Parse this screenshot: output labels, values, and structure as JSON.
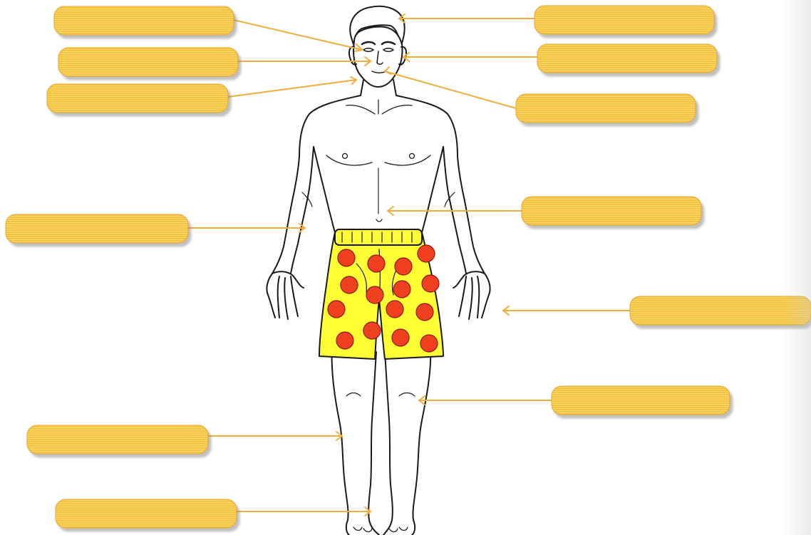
{
  "theme": {
    "label_fill": "#f5c242",
    "label_stroke": "#e5a52a",
    "pointer_line": "#eeae3e",
    "shorts_fill": "#ffff33",
    "dot_fill": "#f0401f",
    "outline": "#1a1a1a"
  },
  "labels": [
    {
      "id": "label-1",
      "text": ""
    },
    {
      "id": "label-2",
      "text": ""
    },
    {
      "id": "label-3",
      "text": ""
    },
    {
      "id": "label-4",
      "text": ""
    },
    {
      "id": "label-5",
      "text": ""
    },
    {
      "id": "label-6",
      "text": ""
    },
    {
      "id": "label-7",
      "text": ""
    },
    {
      "id": "label-8",
      "text": ""
    },
    {
      "id": "label-9",
      "text": ""
    },
    {
      "id": "label-10",
      "text": ""
    },
    {
      "id": "label-11",
      "text": ""
    },
    {
      "id": "label-12",
      "text": ""
    }
  ]
}
